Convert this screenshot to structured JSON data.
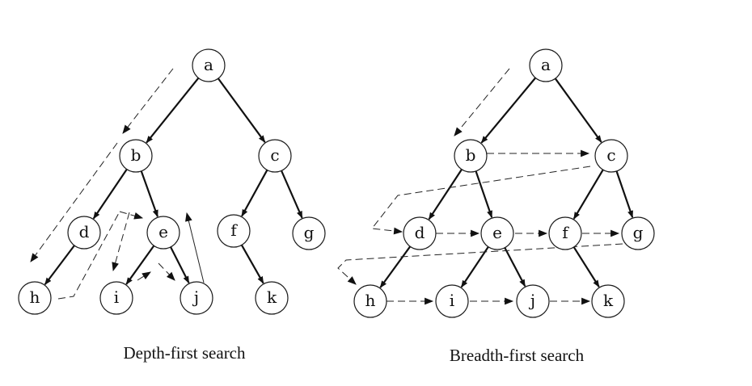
{
  "dfs": {
    "caption": "Depth-first search",
    "nodes": [
      {
        "id": "a",
        "label": "a"
      },
      {
        "id": "b",
        "label": "b"
      },
      {
        "id": "c",
        "label": "c"
      },
      {
        "id": "d",
        "label": "d"
      },
      {
        "id": "e",
        "label": "e"
      },
      {
        "id": "f",
        "label": "f"
      },
      {
        "id": "g",
        "label": "g"
      },
      {
        "id": "h",
        "label": "h"
      },
      {
        "id": "i",
        "label": "i"
      },
      {
        "id": "j",
        "label": "j"
      },
      {
        "id": "k",
        "label": "k"
      }
    ],
    "edges": [
      [
        "a",
        "b"
      ],
      [
        "a",
        "c"
      ],
      [
        "b",
        "d"
      ],
      [
        "b",
        "e"
      ],
      [
        "c",
        "f"
      ],
      [
        "c",
        "g"
      ],
      [
        "d",
        "h"
      ],
      [
        "e",
        "i"
      ],
      [
        "e",
        "j"
      ],
      [
        "f",
        "k"
      ]
    ]
  },
  "bfs": {
    "caption": "Breadth-first search",
    "nodes": [
      {
        "id": "a",
        "label": "a"
      },
      {
        "id": "b",
        "label": "b"
      },
      {
        "id": "c",
        "label": "c"
      },
      {
        "id": "d",
        "label": "d"
      },
      {
        "id": "e",
        "label": "e"
      },
      {
        "id": "f",
        "label": "f"
      },
      {
        "id": "g",
        "label": "g"
      },
      {
        "id": "h",
        "label": "h"
      },
      {
        "id": "i",
        "label": "i"
      },
      {
        "id": "j",
        "label": "j"
      },
      {
        "id": "k",
        "label": "k"
      }
    ],
    "edges": [
      [
        "a",
        "b"
      ],
      [
        "a",
        "c"
      ],
      [
        "b",
        "d"
      ],
      [
        "b",
        "e"
      ],
      [
        "c",
        "f"
      ],
      [
        "c",
        "g"
      ],
      [
        "d",
        "h"
      ],
      [
        "e",
        "i"
      ],
      [
        "e",
        "j"
      ],
      [
        "f",
        "k"
      ]
    ]
  }
}
